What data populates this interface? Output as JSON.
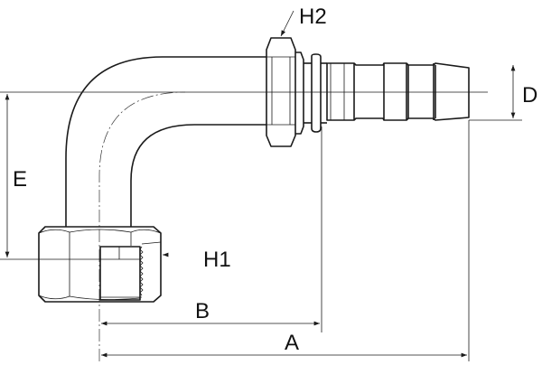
{
  "diagram": {
    "labels": {
      "h2": "H2",
      "h1": "H1",
      "d": "D",
      "e": "E",
      "b": "B",
      "a": "A"
    },
    "stroke_color": "#1a1a1a"
  }
}
